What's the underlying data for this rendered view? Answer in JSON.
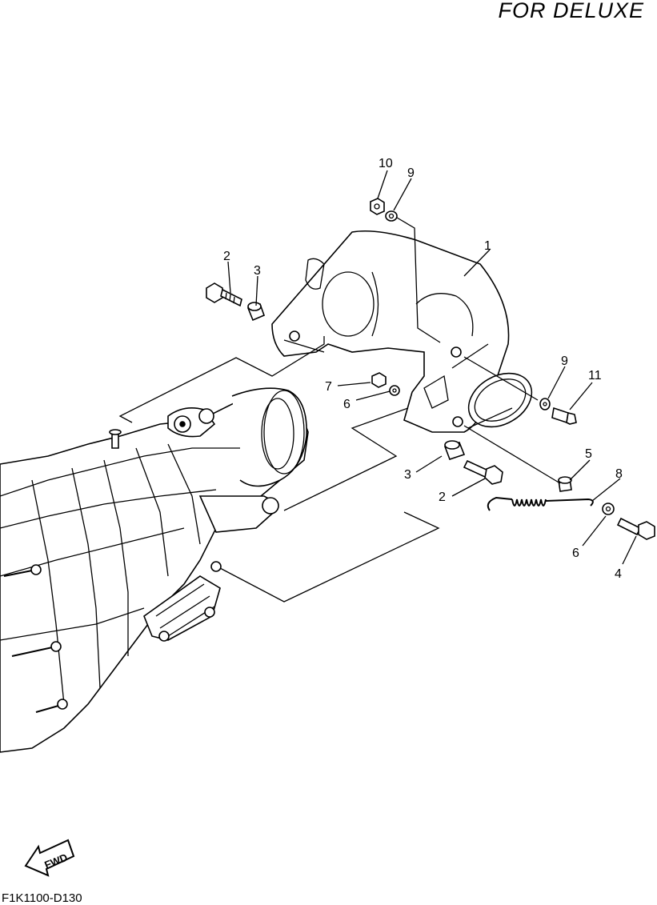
{
  "header": {
    "title": "FOR DELUXE"
  },
  "footer": {
    "code": "F1K1100-D130"
  },
  "fwd_arrow": {
    "label": "FWD",
    "icon": "forward-arrow-icon"
  },
  "callouts": {
    "c1": "1",
    "c2a": "2",
    "c2b": "2",
    "c3a": "3",
    "c3b": "3",
    "c4": "4",
    "c5": "5",
    "c6a": "6",
    "c6b": "6",
    "c7": "7",
    "c8": "8",
    "c9a": "9",
    "c9b": "9",
    "c10": "10",
    "c11": "11"
  }
}
